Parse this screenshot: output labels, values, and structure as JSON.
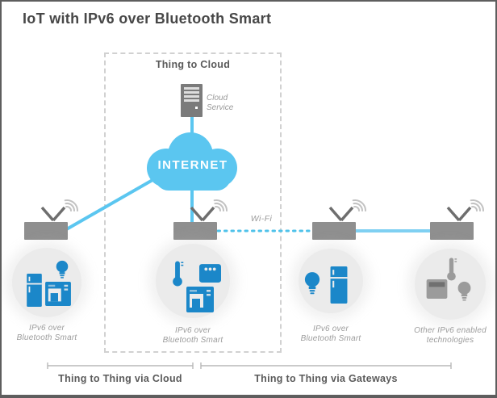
{
  "title": "IoT with IPv6 over Bluetooth Smart",
  "cloud_box": {
    "label": "Thing to Cloud",
    "server_label": "Cloud Service",
    "internet_label": "INTERNET"
  },
  "wifi_label": "Wi-Fi",
  "device_groups": [
    {
      "label_line1": "IPv6 over",
      "label_line2": "Bluetooth Smart",
      "icons": [
        "refrigerator",
        "light-bulb",
        "coffee-maker"
      ],
      "icon_color": "#1B87C9"
    },
    {
      "label_line1": "IPv6 over",
      "label_line2": "Bluetooth Smart",
      "icons": [
        "thermometer",
        "smart-device",
        "coffee-maker"
      ],
      "icon_color": "#1B87C9"
    },
    {
      "label_line1": "IPv6 over",
      "label_line2": "Bluetooth Smart",
      "icons": [
        "light-bulb",
        "refrigerator"
      ],
      "icon_color": "#1B87C9"
    },
    {
      "label_line1": "Other IPv6 enabled",
      "label_line2": "technologies",
      "icons": [
        "thermometer",
        "scale",
        "light-bulb"
      ],
      "icon_color": "#9B9B9B"
    }
  ],
  "brackets": [
    {
      "label": "Thing to Thing via Cloud"
    },
    {
      "label": "Thing to Thing via Gateways"
    }
  ],
  "colors": {
    "accent_blue": "#5BC6F0",
    "icon_blue": "#1B87C9",
    "icon_gray": "#9B9B9B",
    "router_gray": "#8F8F8F",
    "circle_gray": "#EBEBEB",
    "text_dark": "#474747",
    "label_gray": "#9C9C9C"
  }
}
